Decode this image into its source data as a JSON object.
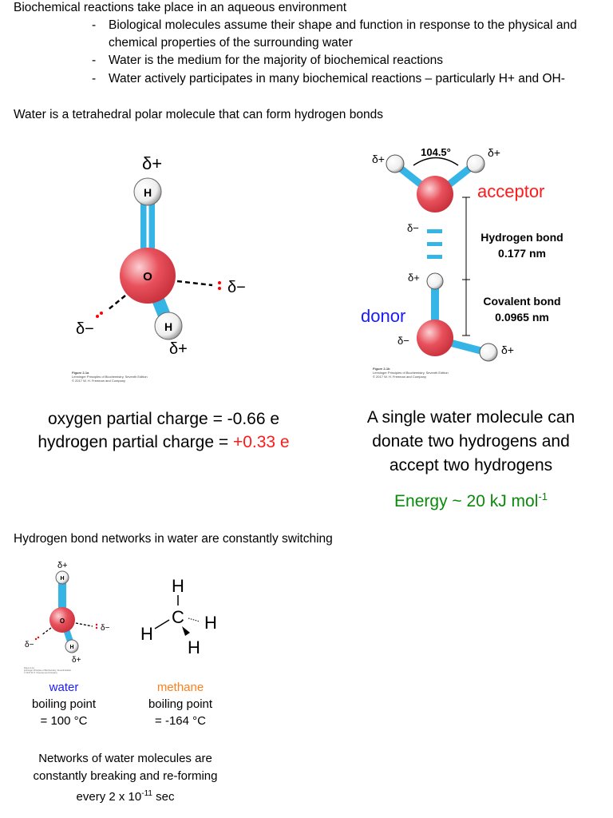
{
  "intro": {
    "heading": "Biochemical reactions take place in an aqueous environment",
    "bullets": [
      "Biological molecules assume their shape and function in response to the physical and",
      "chemical properties of the surrounding water",
      "Water is the medium for the majority of biochemical reactions",
      "Water actively participates in many biochemical reactions – particularly H+ and OH-"
    ],
    "dash": "-"
  },
  "section1": {
    "heading": "Water is a tetrahedral polar molecule that can form hydrogen bonds",
    "fig_a": {
      "o_label": "O",
      "h_label": "H",
      "delta_plus": "δ+",
      "delta_minus": "δ−",
      "caption": [
        "Figure 2-1a",
        "Lehninger Principles of Biochemistry, Seventh Edition",
        "© 2017 W. H. Freeman and Company"
      ]
    },
    "fig_b": {
      "angle": "104.5°",
      "acceptor": "acceptor",
      "donor": "donor",
      "hbond_label": "Hydrogen bond",
      "hbond_length": "0.177 nm",
      "covalent_label": "Covalent bond",
      "covalent_length": "0.0965 nm",
      "delta_plus": "δ+",
      "delta_minus": "δ−",
      "caption": [
        "Figure 2-1b",
        "Lehninger Principles of Biochemistry, Seventh Edition",
        "© 2017 W. H. Freeman and Company"
      ]
    },
    "charges": {
      "oxygen": "oxygen partial charge = -0.66 e",
      "hydrogen_prefix": "hydrogen partial charge = ",
      "hydrogen_value": "+0.33 e"
    },
    "single_molecule": [
      "A single water molecule can",
      "donate two hydrogens and",
      "accept two hydrogens"
    ],
    "energy": {
      "prefix": "Energy ~ 20 kJ mol",
      "exp": "-1"
    }
  },
  "section2": {
    "heading": "Hydrogen bond networks in water are constantly switching",
    "water": {
      "name": "water",
      "bp_label": "boiling point",
      "bp_value": "= 100 °C"
    },
    "methane": {
      "name": "methane",
      "bp_label": "boiling point",
      "bp_value": "= -164 °C",
      "c_label": "C",
      "h_label": "H"
    },
    "networks": {
      "line1": "Networks of water molecules are",
      "line2": "constantly breaking and re-forming",
      "line3_prefix": "every 2 x 10",
      "line3_exp": "-11",
      "line3_suffix": " sec"
    }
  },
  "colors": {
    "oxygen": "#e8505b",
    "bond": "#35b4e6",
    "red": "#ff1a1a",
    "blue": "#1a1aff",
    "green": "#0a8a0a",
    "orange": "#ff7f1a"
  }
}
